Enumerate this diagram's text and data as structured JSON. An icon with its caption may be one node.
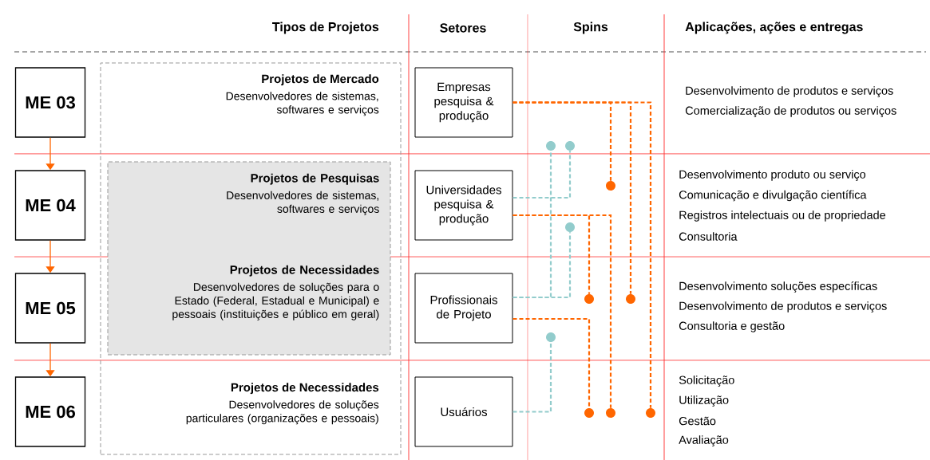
{
  "diagram": {
    "nodes": [
      {
        "text": [
          "ME 03"
        ]
      },
      {
        "text": [
          "ME 04"
        ]
      },
      {
        "text": [
          "ME 05"
        ]
      },
      {
        "text": [
          "ME 06"
        ]
      },
      {
        "text": [],
        "shape": "box"
      },
      {
        "text": [
          "Projetos de Pesquisas",
          "Desenvolvedores de sistemas, softwares e serviços",
          "Projetos de Necessidades",
          "Desenvolvedores de soluções para o Estado (Federal, Estadual e Municipal) e pessoais (instituições e público em geral)"
        ],
        "in": 4
      },
      {
        "text": [
          "Empresas pesquisa & produção"
        ]
      },
      {
        "text": [
          "Universidades pesquisa & produção"
        ]
      },
      {
        "text": [
          "Profissionais de Projeto"
        ]
      },
      {
        "text": [
          "Usuários"
        ]
      },
      {
        "text": [],
        "shape": "circle"
      },
      {
        "text": [],
        "shape": "circle"
      },
      {
        "text": [],
        "shape": "circle"
      },
      {
        "text": [],
        "shape": "circle"
      },
      {
        "text": [],
        "shape": "circle"
      },
      {
        "text": [],
        "shape": "circle"
      },
      {
        "text": [],
        "shape": "circle"
      },
      {
        "text": [],
        "shape": "circle"
      },
      {
        "text": [],
        "shape": "circle"
      },
      {
        "text": [],
        "shape": "circle"
      }
    ],
    "edges": [
      {
        "from": 0,
        "to": 1,
        "arrow": "to"
      },
      {
        "from": 1,
        "to": 2,
        "arrow": "to"
      },
      {
        "from": 2,
        "to": 3,
        "arrow": "to"
      },
      {
        "from": 6,
        "to": 12,
        "arrow": "none",
        "style": "dashed"
      },
      {
        "from": 6,
        "to": 15,
        "arrow": "none",
        "style": "dashed"
      },
      {
        "from": 6,
        "to": 19,
        "arrow": "none",
        "style": "dashed"
      },
      {
        "from": 7,
        "to": 11,
        "arrow": "none",
        "style": "dashed",
        "color": "#92cccc"
      },
      {
        "from": 7,
        "to": 14,
        "arrow": "none",
        "style": "dashed"
      },
      {
        "from": 7,
        "to": 18,
        "arrow": "none",
        "style": "dashed"
      },
      {
        "from": 8,
        "to": 10,
        "arrow": "none",
        "style": "dashed",
        "color": "#92cccc"
      },
      {
        "from": 8,
        "to": 13,
        "arrow": "none",
        "style": "dashed",
        "color": "#92cccc"
      },
      {
        "from": 8,
        "to": 17,
        "arrow": "none",
        "style": "dashed"
      },
      {
        "from": 9,
        "to": 16,
        "arrow": "none",
        "style": "dashed",
        "color": "#92cccc"
      }
    ],
    "labels": [
      "Tipos de Projetos",
      "Setores",
      "Spins",
      "Aplicações, ações e entregas",
      "Projetos de Mercado",
      "Desenvolvedores de sistemas, softwares e serviços",
      "Desenvolvimento de produtos e serviços",
      "Comercialização de produtos ou serviços",
      "Desenvolvimento produto ou serviço",
      "Comunicação e divulgação científica",
      "Registros intelectuais ou de propriedade",
      "Consultoria",
      "Desenvolvimento soluções específicas",
      "Desenvolvimento de produtos e serviços",
      "Consultoria e gestão",
      "Projetos de Necessidades",
      "Desenvolvedores de soluções particulares (organizações e pessoais)",
      "Solicitação",
      "Utilização",
      "Gestão",
      "Avaliação"
    ]
  }
}
